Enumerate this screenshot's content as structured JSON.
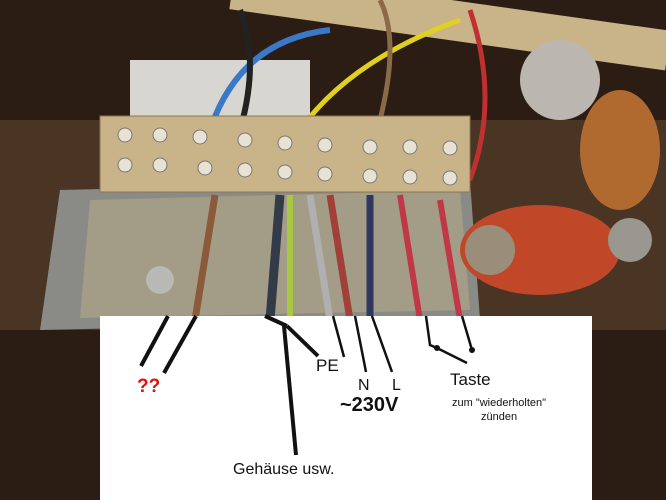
{
  "labels": {
    "unknown": "??",
    "pe": "PE",
    "neutral": "N",
    "line": "L",
    "voltage": "~230V",
    "button": "Taste",
    "button_note_1": "zum \"wiederholten\"",
    "button_note_2": "zünden",
    "housing": "Gehäuse usw."
  },
  "colors": {
    "unknown_label": "#e01010",
    "background_wood": "#3a2a1e",
    "terminal_block": "#c9b48a"
  }
}
